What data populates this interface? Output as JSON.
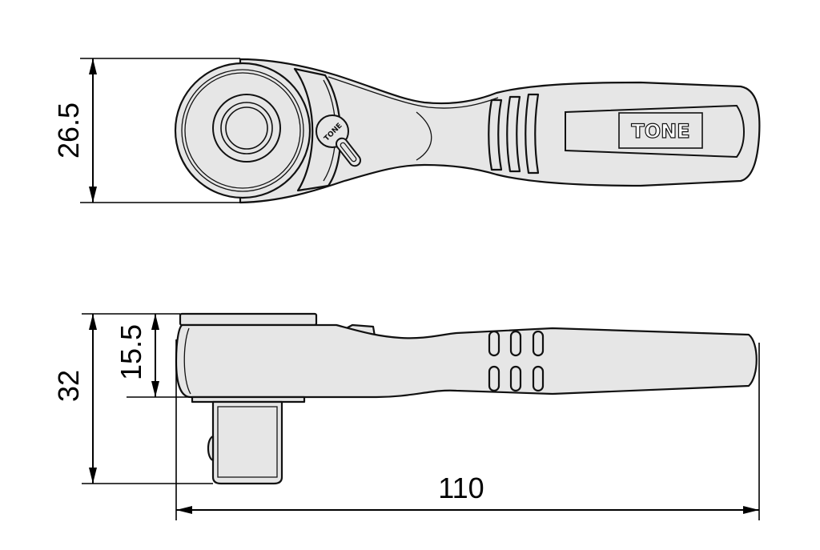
{
  "dimensions": {
    "height_top": "26.5",
    "height_total": "32",
    "height_head": "15.5",
    "length": "110"
  },
  "logo": {
    "handle": "TONE",
    "lever": "TONE"
  },
  "colors": {
    "body": "#e6e6e6",
    "line": "#111111",
    "background": "#ffffff"
  }
}
